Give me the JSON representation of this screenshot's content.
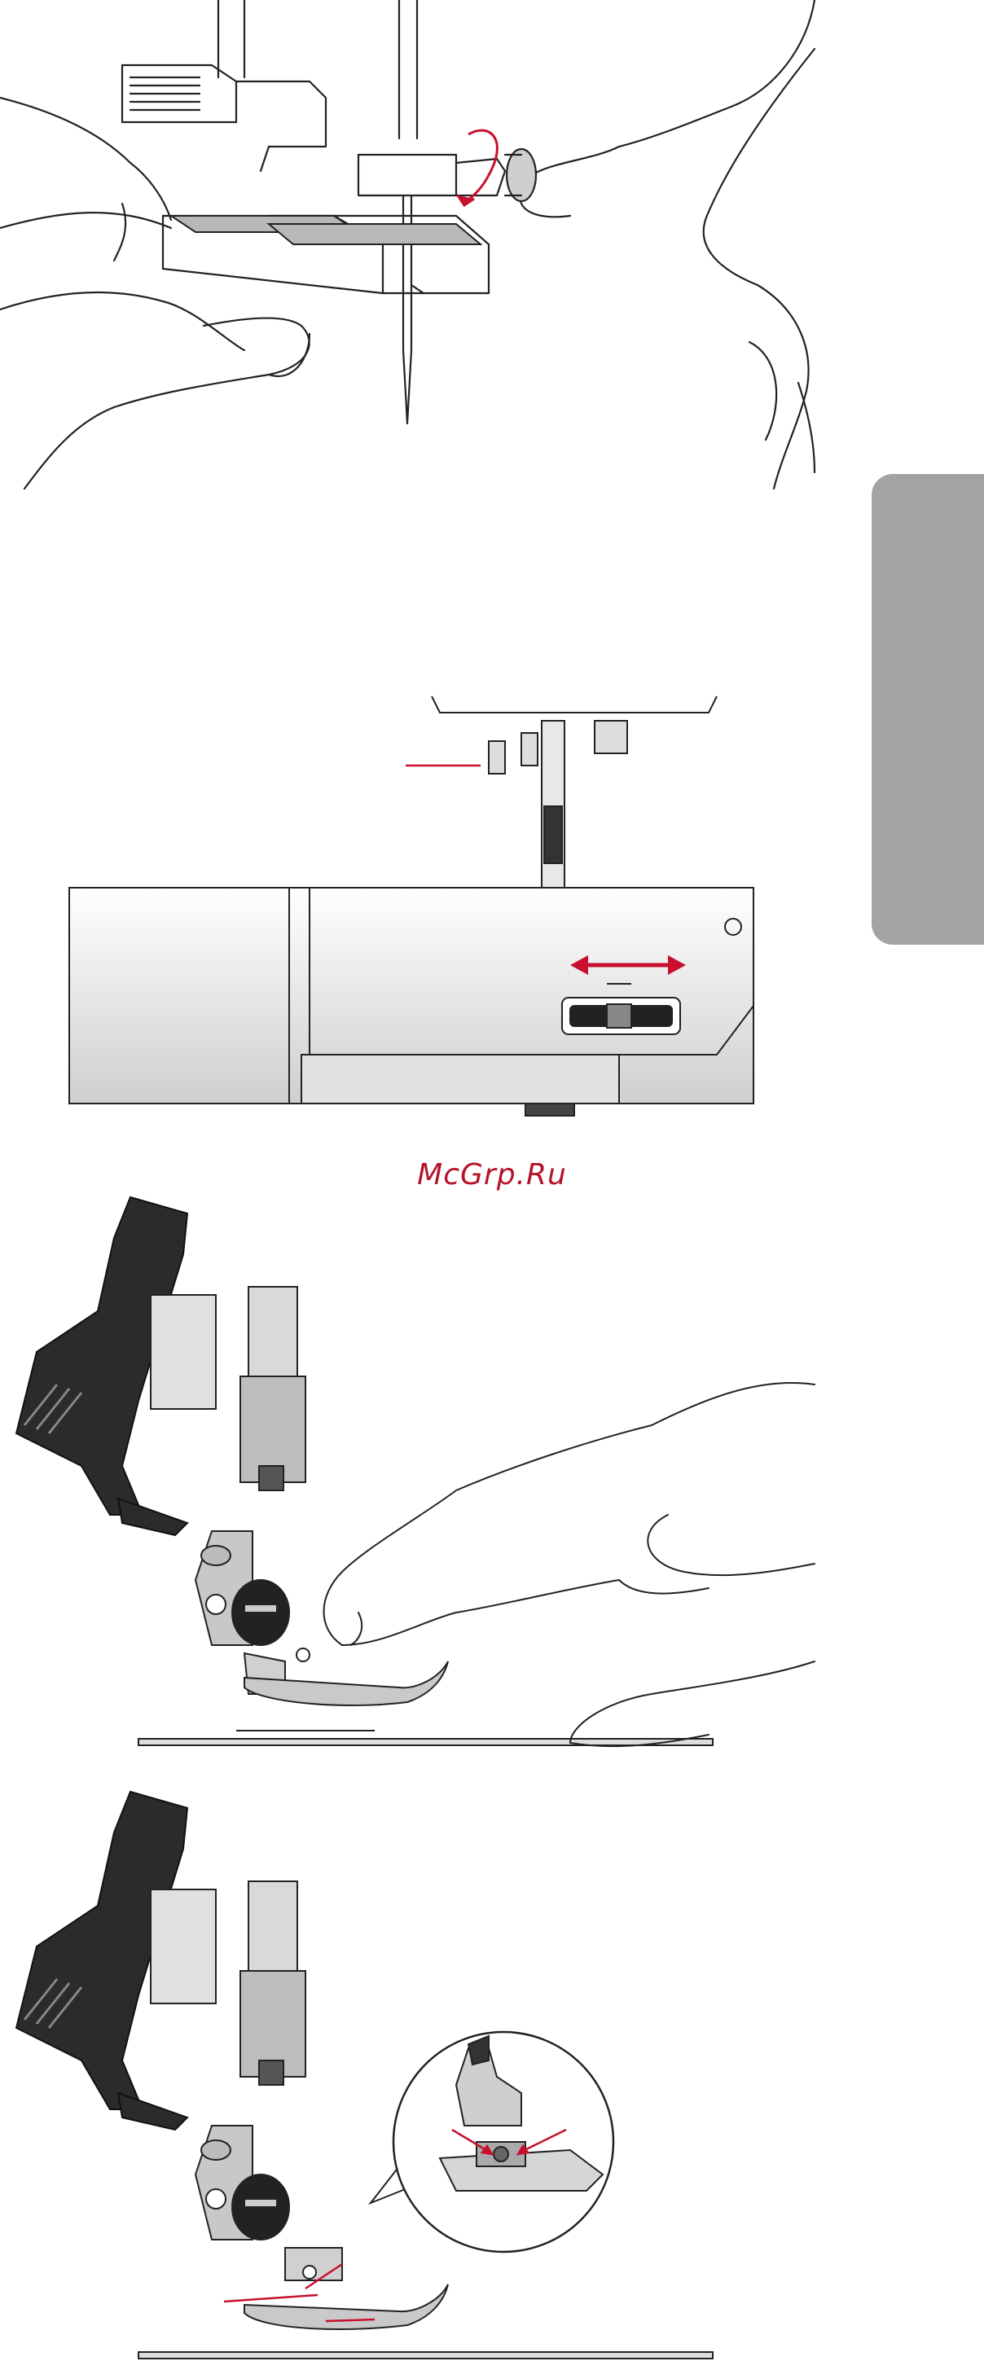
{
  "watermark": {
    "text": "McGrp.Ru",
    "color": "#b5132a"
  },
  "side_tab": {
    "color": "#a3a3a3"
  },
  "figures": [
    {
      "icon": "presser-foot-removal-illustration"
    },
    {
      "icon": "machine-front-stitch-plate-illustration"
    },
    {
      "icon": "presser-foot-attach-illustration"
    },
    {
      "icon": "presser-foot-snap-on-illustration"
    }
  ],
  "accent_color": "#c8102e"
}
